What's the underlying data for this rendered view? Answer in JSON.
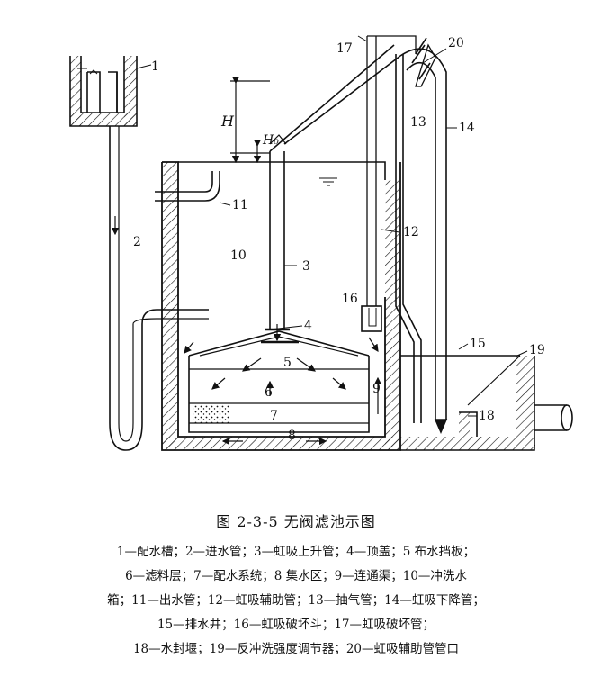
{
  "figure": {
    "title": "图 2-3-5   无阀滤池示图",
    "legend_lines": [
      "1—配水槽；2—进水管；3—虹吸上升管；4—顶盖；5  布水挡板；",
      "6—滤料层；7—配水系统；8  集水区；9—连通渠；10—冲洗水",
      "箱；11—出水管；12—虹吸辅助管；13—抽气管；14—虹吸下降管；",
      "15—排水井；16—虹吸破坏斗；17—虹吸破坏管；",
      "18—水封堰；19—反冲洗强度调节器；20—虹吸辅助管管口"
    ]
  },
  "diagram": {
    "labels": {
      "n1": "1",
      "n2": "2",
      "n3": "3",
      "n4": "4",
      "n5": "5",
      "n6": "6",
      "n7": "7",
      "n8": "8",
      "n9": "9",
      "n10": "10",
      "n11": "11",
      "n12": "12",
      "n13": "13",
      "n14": "14",
      "n15": "15",
      "n16": "16",
      "n17": "17",
      "n18": "18",
      "n19": "19",
      "n20": "20",
      "H": "H",
      "H0": "H₀"
    }
  }
}
